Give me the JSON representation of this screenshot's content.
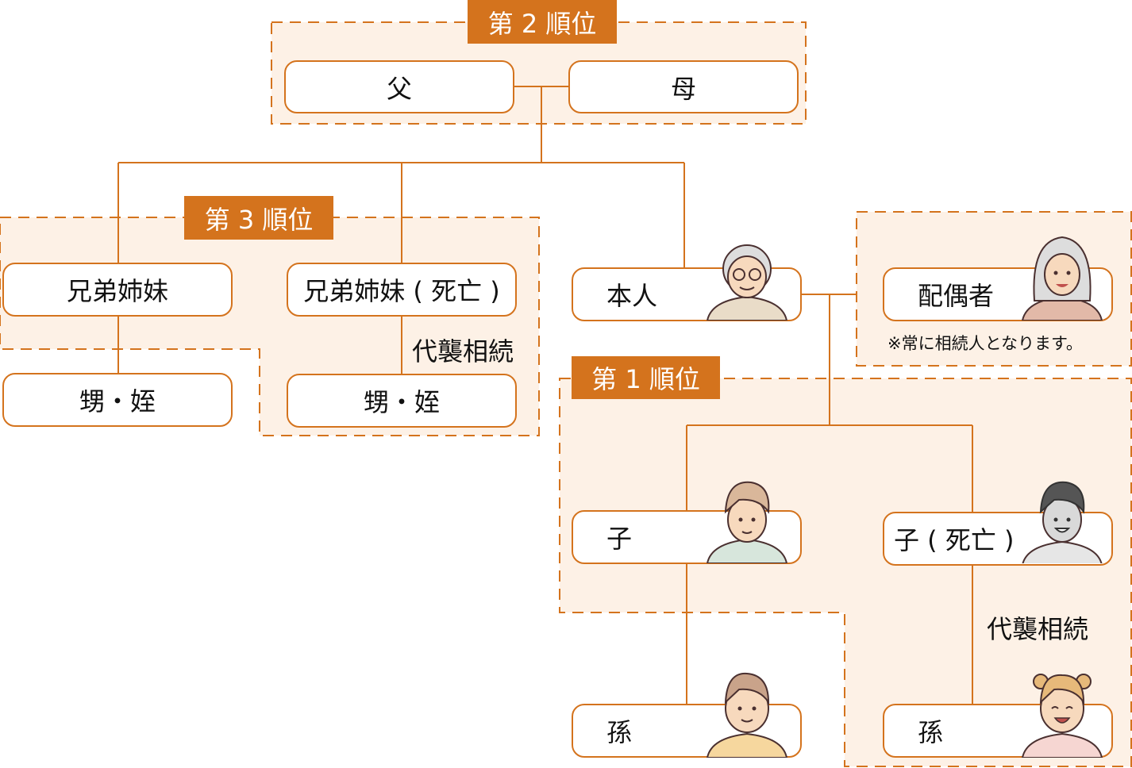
{
  "colors": {
    "accent": "#D4731D",
    "region_bg": "#FDF1E6"
  },
  "rank2": {
    "label": "第 2 順位",
    "father": "父",
    "mother": "母"
  },
  "rank3": {
    "label": "第 3 順位",
    "siblings": "兄弟姉妹",
    "siblings_deceased": "兄弟姉妹 ( 死亡 )",
    "nephew_niece_1": "甥・姪",
    "nephew_niece_2": "甥・姪",
    "substitution": "代襲相続"
  },
  "self": {
    "label": "本人"
  },
  "spouse": {
    "label": "配偶者",
    "note": "※常に相続人となります。"
  },
  "rank1": {
    "label": "第 1 順位",
    "child": "子",
    "child_deceased": "子 ( 死亡 )",
    "grandchild_1": "孫",
    "grandchild_2": "孫",
    "substitution": "代襲相続"
  }
}
